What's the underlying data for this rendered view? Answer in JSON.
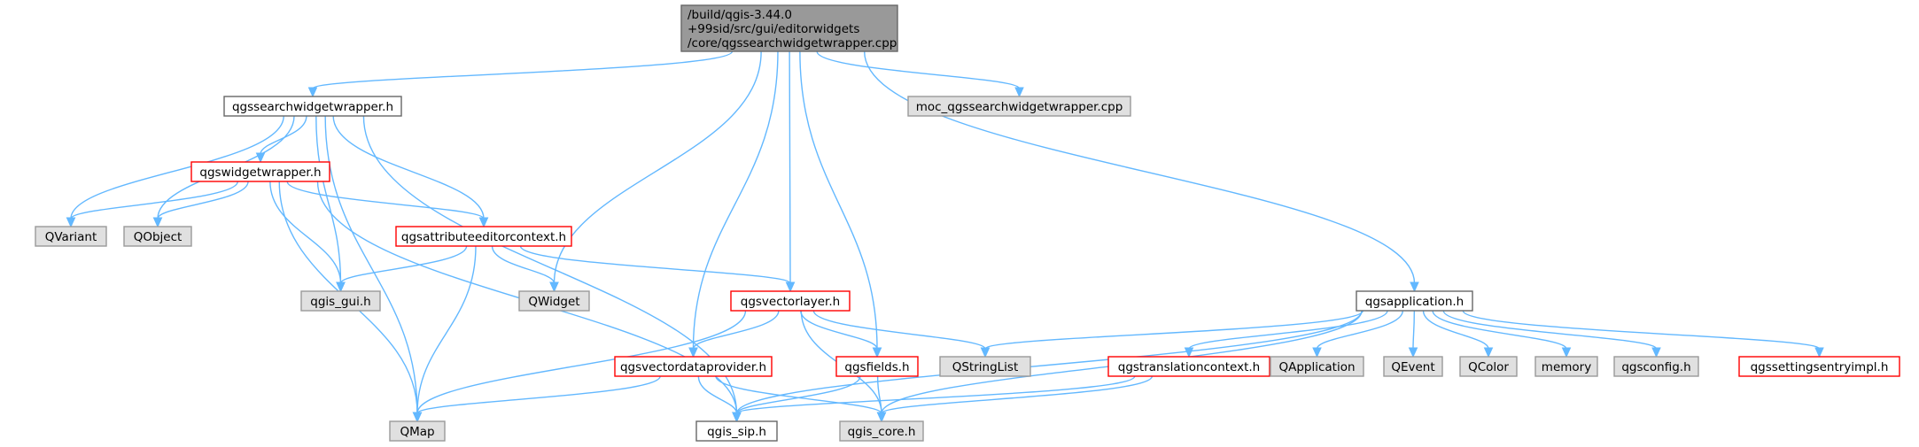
{
  "colors": {
    "edge": "#63b8ff",
    "root_fill": "#999999",
    "root_border": "#666666",
    "plain_fill": "#ffffff",
    "plain_border": "#666666",
    "red_border": "#ff0000",
    "gray_fill": "#e0e0e0",
    "gray_border": "#999999"
  },
  "nodes": {
    "root": {
      "lines": [
        "/build/qgis-3.44.0",
        "+99sid/src/gui/editorwidgets",
        "/core/qgssearchwidgetwrapper.cpp"
      ],
      "style": "root"
    },
    "qgssearchwidgetwrapper_h": {
      "lines": [
        "qgssearchwidgetwrapper.h"
      ],
      "style": "plain"
    },
    "moc_cpp": {
      "lines": [
        "moc_qgssearchwidgetwrapper.cpp"
      ],
      "style": "gray"
    },
    "qgswidgetwrapper_h": {
      "lines": [
        "qgswidgetwrapper.h"
      ],
      "style": "red"
    },
    "qvariant": {
      "lines": [
        "QVariant"
      ],
      "style": "gray"
    },
    "qobject": {
      "lines": [
        "QObject"
      ],
      "style": "gray"
    },
    "qgsattributeeditorcontext_h": {
      "lines": [
        "qgsattributeeditorcontext.h"
      ],
      "style": "red"
    },
    "qgis_gui_h": {
      "lines": [
        "qgis_gui.h"
      ],
      "style": "gray"
    },
    "qwidget": {
      "lines": [
        "QWidget"
      ],
      "style": "gray"
    },
    "qgsvectorlayer_h": {
      "lines": [
        "qgsvectorlayer.h"
      ],
      "style": "red"
    },
    "qgsapplication_h": {
      "lines": [
        "qgsapplication.h"
      ],
      "style": "plain"
    },
    "qgsvectordataprovider_h": {
      "lines": [
        "qgsvectordataprovider.h"
      ],
      "style": "red"
    },
    "qgsfields_h": {
      "lines": [
        "qgsfields.h"
      ],
      "style": "red"
    },
    "qstringlist": {
      "lines": [
        "QStringList"
      ],
      "style": "gray"
    },
    "qgstranslationcontext_h": {
      "lines": [
        "qgstranslationcontext.h"
      ],
      "style": "red"
    },
    "qapplication": {
      "lines": [
        "QApplication"
      ],
      "style": "gray"
    },
    "qevent": {
      "lines": [
        "QEvent"
      ],
      "style": "gray"
    },
    "qcolor": {
      "lines": [
        "QColor"
      ],
      "style": "gray"
    },
    "memory": {
      "lines": [
        "memory"
      ],
      "style": "gray"
    },
    "qgsconfig_h": {
      "lines": [
        "qgsconfig.h"
      ],
      "style": "gray"
    },
    "qgssettingsentryimpl_h": {
      "lines": [
        "qgssettingsentryimpl.h"
      ],
      "style": "red"
    },
    "qmap": {
      "lines": [
        "QMap"
      ],
      "style": "gray"
    },
    "qgis_sip_h": {
      "lines": [
        "qgis_sip.h"
      ],
      "style": "plain"
    },
    "qgis_core_h": {
      "lines": [
        "qgis_core.h"
      ],
      "style": "gray"
    }
  },
  "edges": [
    [
      "root",
      "qgssearchwidgetwrapper_h"
    ],
    [
      "root",
      "moc_cpp"
    ],
    [
      "root",
      "qwidget"
    ],
    [
      "root",
      "qgsvectordataprovider_h"
    ],
    [
      "root",
      "qgsvectorlayer_h"
    ],
    [
      "root",
      "qgsfields_h"
    ],
    [
      "root",
      "qgsapplication_h"
    ],
    [
      "qgssearchwidgetwrapper_h",
      "qgswidgetwrapper_h"
    ],
    [
      "qgssearchwidgetwrapper_h",
      "qvariant"
    ],
    [
      "qgssearchwidgetwrapper_h",
      "qobject"
    ],
    [
      "qgssearchwidgetwrapper_h",
      "qgsattributeeditorcontext_h"
    ],
    [
      "qgssearchwidgetwrapper_h",
      "qgis_gui_h"
    ],
    [
      "qgssearchwidgetwrapper_h",
      "qmap"
    ],
    [
      "qgssearchwidgetwrapper_h",
      "qgis_sip_h"
    ],
    [
      "qgswidgetwrapper_h",
      "qvariant"
    ],
    [
      "qgswidgetwrapper_h",
      "qobject"
    ],
    [
      "qgswidgetwrapper_h",
      "qgsattributeeditorcontext_h"
    ],
    [
      "qgswidgetwrapper_h",
      "qgis_gui_h"
    ],
    [
      "qgswidgetwrapper_h",
      "qmap"
    ],
    [
      "qgswidgetwrapper_h",
      "qgis_sip_h"
    ],
    [
      "qgsattributeeditorcontext_h",
      "qgis_gui_h"
    ],
    [
      "qgsattributeeditorcontext_h",
      "qwidget"
    ],
    [
      "qgsattributeeditorcontext_h",
      "qgsvectorlayer_h"
    ],
    [
      "qgsattributeeditorcontext_h",
      "qmap"
    ],
    [
      "qgsvectorlayer_h",
      "qgsvectordataprovider_h"
    ],
    [
      "qgsvectorlayer_h",
      "qgsfields_h"
    ],
    [
      "qgsvectorlayer_h",
      "qstringlist"
    ],
    [
      "qgsvectorlayer_h",
      "qmap"
    ],
    [
      "qgsvectorlayer_h",
      "qgis_core_h"
    ],
    [
      "qgsvectordataprovider_h",
      "qmap"
    ],
    [
      "qgsvectordataprovider_h",
      "qgis_sip_h"
    ],
    [
      "qgsvectordataprovider_h",
      "qgis_core_h"
    ],
    [
      "qgsfields_h",
      "qgis_sip_h"
    ],
    [
      "qgsfields_h",
      "qgis_core_h"
    ],
    [
      "qgsapplication_h",
      "qstringlist"
    ],
    [
      "qgsapplication_h",
      "qgstranslationcontext_h"
    ],
    [
      "qgsapplication_h",
      "qapplication"
    ],
    [
      "qgsapplication_h",
      "qevent"
    ],
    [
      "qgsapplication_h",
      "qcolor"
    ],
    [
      "qgsapplication_h",
      "memory"
    ],
    [
      "qgsapplication_h",
      "qgsconfig_h"
    ],
    [
      "qgsapplication_h",
      "qgssettingsentryimpl_h"
    ],
    [
      "qgsapplication_h",
      "qgis_sip_h"
    ],
    [
      "qgsapplication_h",
      "qgis_core_h"
    ],
    [
      "qgstranslationcontext_h",
      "qgis_sip_h"
    ],
    [
      "qgstranslationcontext_h",
      "qgis_core_h"
    ]
  ]
}
